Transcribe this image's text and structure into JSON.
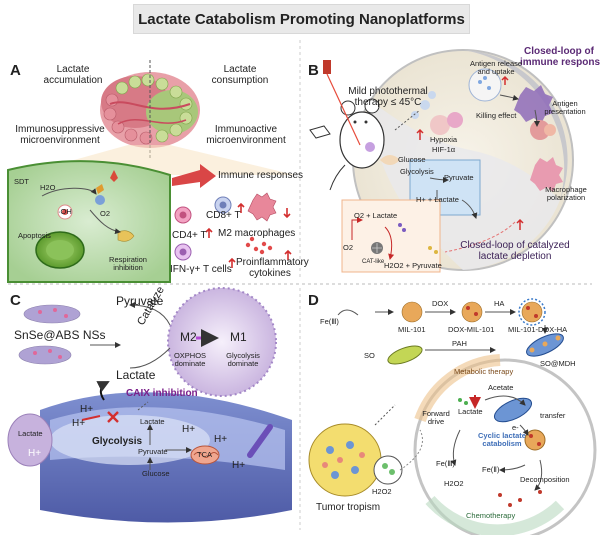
{
  "title": "Lactate Catabolism Promoting Nanoplatforms",
  "panels": {
    "a": {
      "letter": "A",
      "lactate_accumulation": [
        "Lactate",
        "accumulation"
      ],
      "lactate_consumption": [
        "Lactate",
        "consumption"
      ],
      "immunosuppressive": [
        "Immunosuppressive",
        "microenvironment"
      ],
      "immunoactive": [
        "Immunoactive",
        "microenvironment"
      ],
      "immune_responses": "Immune responses",
      "sdt": "SDT",
      "h2o": "H2O",
      "oh": "·OH",
      "o2": "O2",
      "apoptosis": "Apoptosis",
      "respiration": [
        "Respiration",
        "inhibition"
      ],
      "cd4": "CD4+ T",
      "cd8": "CD8+ T",
      "m2": "M2 macrophages",
      "ifn": "IFN-γ+ T  cells",
      "proinflammatory": [
        "Proinflammatory",
        "cytokines"
      ]
    },
    "b": {
      "letter": "B",
      "photothermal": [
        "Mild photothermal",
        "therapy ≤ 45°C"
      ],
      "closed_loop_immune": [
        "Closed-loop of",
        "immune response"
      ],
      "antigen_release": [
        "Antigen release",
        "and uptake"
      ],
      "killing_effect": "Killing effect",
      "antigen_presentation": [
        "Antigen",
        "presentation"
      ],
      "hypoxia": "Hypoxia",
      "hif": "HIF-1α",
      "glucose": "Glucose",
      "glycolysis": "Glycolysis",
      "pyruvate": "Pyruvate",
      "h_lactate": "H+ + Lactate",
      "macrophage_polarization": [
        "Macrophage",
        "polarization"
      ],
      "o2_lactate": "O2 + Lactate",
      "o2": "O2",
      "cat_like": "CAT-like",
      "h2o2_pyruvate": "H2O2 + Pyruvate",
      "closed_loop_catalyzed": [
        "Closed-loop of catalyzed",
        "lactate depletion"
      ]
    },
    "c": {
      "letter": "C",
      "snse": "SnSe@ABS NSs",
      "pyruvate": "Pyruvate",
      "catalyze": "Catalyze",
      "lactate": "Lactate",
      "m2": "M2",
      "m1": "M1",
      "oxphos": [
        "OXPHOS",
        "dominate"
      ],
      "glycolysis_dominate": [
        "Glycolysis",
        "dominate"
      ],
      "caix": "CAIX inhibition",
      "h_plus": "H+",
      "lactate_small": "Lactate",
      "glycolysis": "Glycolysis",
      "pyruvate_small": "Pyruvate",
      "glucose": "Glucose",
      "tca": "TCA"
    },
    "d": {
      "letter": "D",
      "fe3": "Fe(Ⅲ)",
      "mil101": "MIL-101",
      "dox": "DOX",
      "dox_mil101": "DOX-MIL-101",
      "ha": "HA",
      "mil_dox_ha": "MIL-101-DOX-HA",
      "pah": "PAH",
      "so": "SO",
      "so_mdh": "SO@MDH",
      "metabolic": "Metabolic therapy",
      "acetate": "Acetate",
      "lactate": "Lactate",
      "e": "e-",
      "transfer": "transfer",
      "forward": [
        "Forward",
        "drive"
      ],
      "cyclic": [
        "Cyclic lactate",
        "catabolism"
      ],
      "fe3_small": "Fe(Ⅲ)",
      "fe2": "Fe(Ⅱ)",
      "h2o2": "H2O2",
      "decomposition": "Decomposition",
      "chemotherapy": "Chemotherapy",
      "tumor_tropism": "Tumor tropism",
      "h2o2_tumor": "H2O2"
    }
  },
  "colors": {
    "tumor_red": "#e07b86",
    "tumor_green": "#a8c77a",
    "cell_green": "#3b8f3b",
    "accent_red": "#c62828",
    "purple": "#7b3fa0",
    "blue": "#3f6fb8",
    "arrow_orange": "#f08a2a"
  }
}
